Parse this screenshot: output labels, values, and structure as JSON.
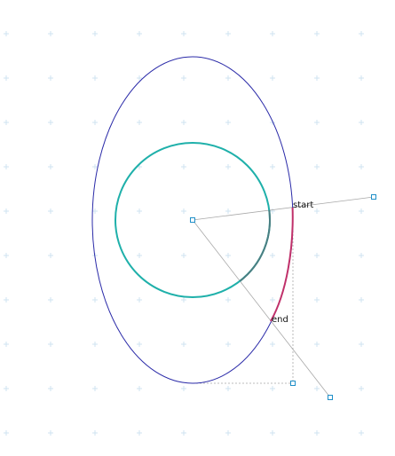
{
  "labels": {
    "start": "start",
    "end": "end"
  },
  "colors": {
    "background": "#ffffff",
    "grid_cross": "#cfe3f0",
    "ellipse": "#2a2aa8",
    "circle": "#1fb0aa",
    "arc_outer": "#c0306a",
    "arc_inner": "#4a7f82",
    "guide_line": "#a8a8a8",
    "handle_stroke": "#1f8fc8",
    "handle_fill": "#ffffff",
    "label_text": "#111111"
  },
  "icons": {
    "grid": "crosshair-grid",
    "handle": "square-handle"
  }
}
